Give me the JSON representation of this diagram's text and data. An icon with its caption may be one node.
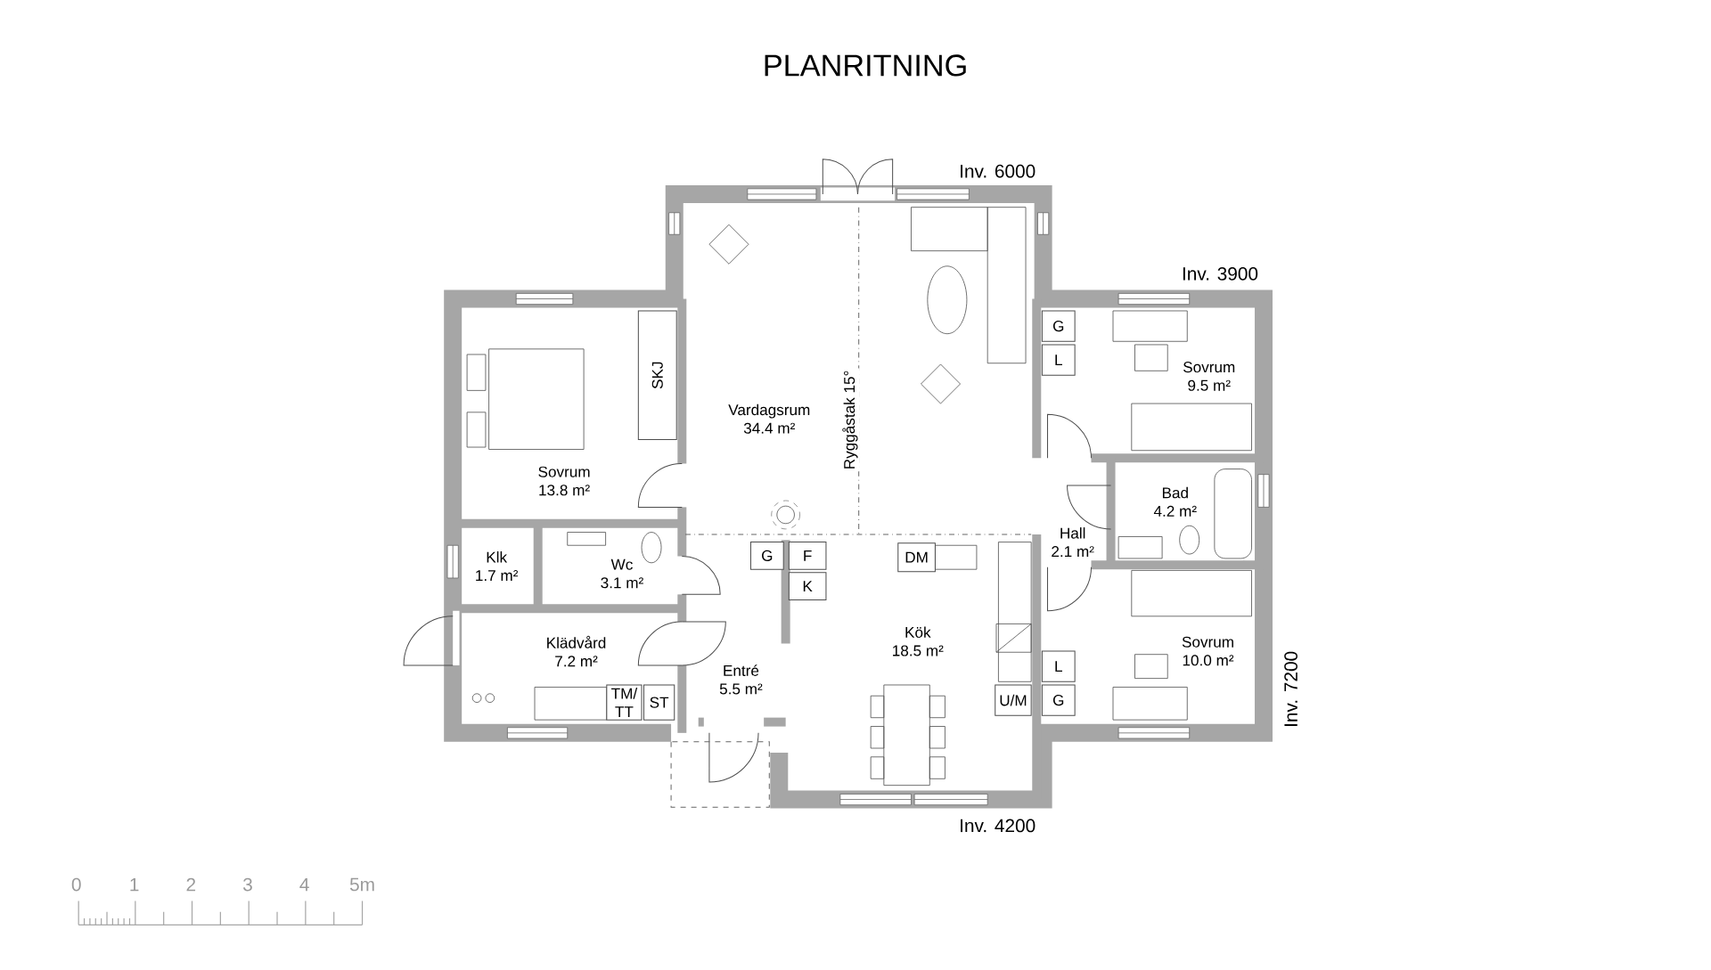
{
  "diagram": {
    "title": "PLANRITNING",
    "nodes": [
      {
        "text": [
          "Vardagsrum",
          "34.4 m²"
        ]
      },
      {
        "text": [
          "Sovrum",
          "9.5 m²"
        ]
      },
      {
        "text": [
          "Sovrum",
          "13.8 m²"
        ]
      },
      {
        "text": [
          "Bad",
          "4.2 m²"
        ]
      },
      {
        "text": [
          "Hall",
          "2.1 m²"
        ]
      },
      {
        "text": [
          "Klk",
          "1.7 m²"
        ]
      },
      {
        "text": [
          "Wc",
          "3.1 m²"
        ]
      },
      {
        "text": [
          "Kök",
          "18.5 m²"
        ]
      },
      {
        "text": [
          "Klädvård",
          "7.2 m²"
        ]
      },
      {
        "text": [
          "Entré",
          "5.5 m²"
        ]
      },
      {
        "text": [
          "Sovrum",
          "10.0 m²"
        ]
      },
      {
        "text": [
          "G"
        ]
      },
      {
        "text": [
          "L"
        ]
      },
      {
        "text": [
          "SKJ"
        ]
      },
      {
        "text": [
          "G"
        ]
      },
      {
        "text": [
          "F"
        ]
      },
      {
        "text": [
          "DM"
        ]
      },
      {
        "text": [
          "K"
        ]
      },
      {
        "text": [
          "L"
        ]
      },
      {
        "text": [
          "TM/ TT"
        ]
      },
      {
        "text": [
          "ST"
        ]
      },
      {
        "text": [
          "U/M"
        ]
      },
      {
        "text": [
          "G"
        ]
      }
    ],
    "labels": [
      "Inv. 6000",
      "Inv. 3900",
      "Ryggåstak 15°",
      "Inv. 7200",
      "Inv. 4200",
      "0",
      "1",
      "2",
      "3",
      "4",
      "5m"
    ]
  }
}
